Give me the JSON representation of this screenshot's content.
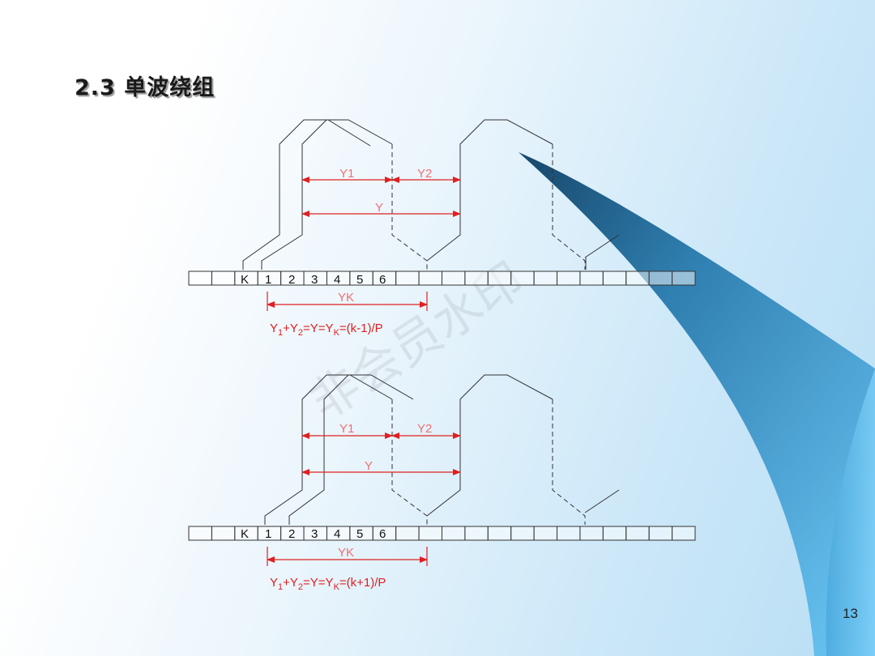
{
  "slide": {
    "title": "2.3  单波绕组",
    "page_number": "13",
    "watermark": "非会员水印"
  },
  "diagram_top": {
    "slot_labels": [
      "K",
      "1",
      "2",
      "3",
      "4",
      "5",
      "6"
    ],
    "dim_labels": {
      "y1": "Y1",
      "y2": "Y2",
      "y": "Y",
      "yk": "YK"
    },
    "formula": {
      "part1": "Y",
      "sub1": "1",
      "part2": "+Y",
      "sub2": "2",
      "part3": "=Y=Y",
      "sub3": "K",
      "part4": "=(k-1)/P"
    }
  },
  "diagram_bottom": {
    "slot_labels": [
      "K",
      "1",
      "2",
      "3",
      "4",
      "5",
      "6"
    ],
    "dim_labels": {
      "y1": "Y1",
      "y2": "Y2",
      "y": "Y",
      "yk": "YK"
    },
    "formula": {
      "part1": "Y",
      "sub1": "1",
      "part2": "+Y",
      "sub2": "2",
      "part3": "=Y=Y",
      "sub3": "K",
      "part4": "=(k+1)/P"
    }
  },
  "colors": {
    "dimension_red": "#e02020",
    "decor_blue": "#5bbcf0",
    "decor_dark": "#2d6f99"
  }
}
